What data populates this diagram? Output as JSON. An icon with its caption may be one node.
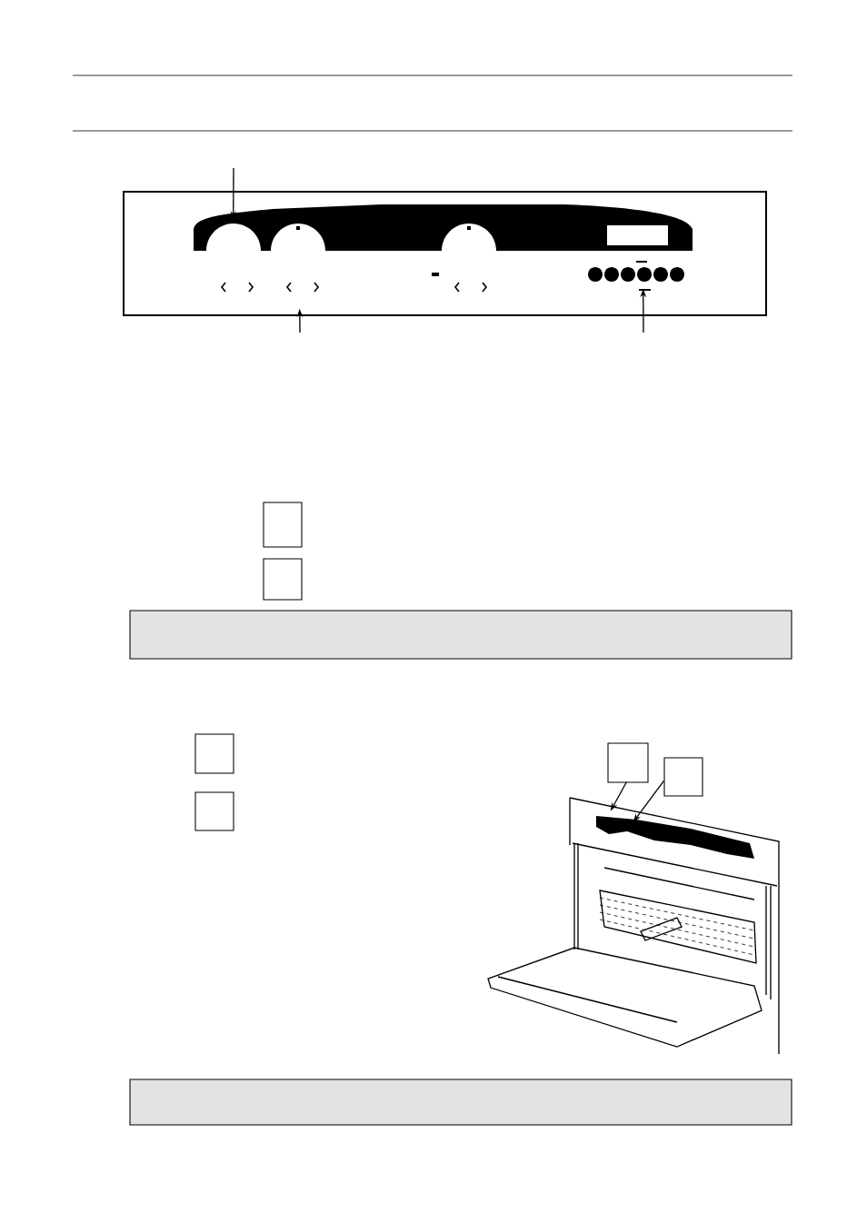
{
  "diagram": {
    "nodes": [
      {
        "text": [],
        "shape": "picture"
      },
      {
        "text": [],
        "shape": "box"
      },
      {
        "text": [],
        "shape": "box"
      },
      {
        "text": [],
        "shape": "bar"
      },
      {
        "text": [],
        "shape": "box"
      },
      {
        "text": [],
        "shape": "box"
      },
      {
        "text": [],
        "shape": "box"
      },
      {
        "text": [],
        "shape": "box"
      },
      {
        "text": [],
        "shape": "picture"
      },
      {
        "text": [],
        "shape": "bar"
      }
    ],
    "edges": [
      {
        "from": null,
        "to": 0,
        "arrow": "to"
      },
      {
        "from": null,
        "to": 0,
        "arrow": "to"
      },
      {
        "from": null,
        "to": 0,
        "arrow": "to"
      },
      {
        "from": 6,
        "to": 8,
        "arrow": "to"
      },
      {
        "from": 7,
        "to": 8,
        "arrow": "to"
      }
    ]
  }
}
